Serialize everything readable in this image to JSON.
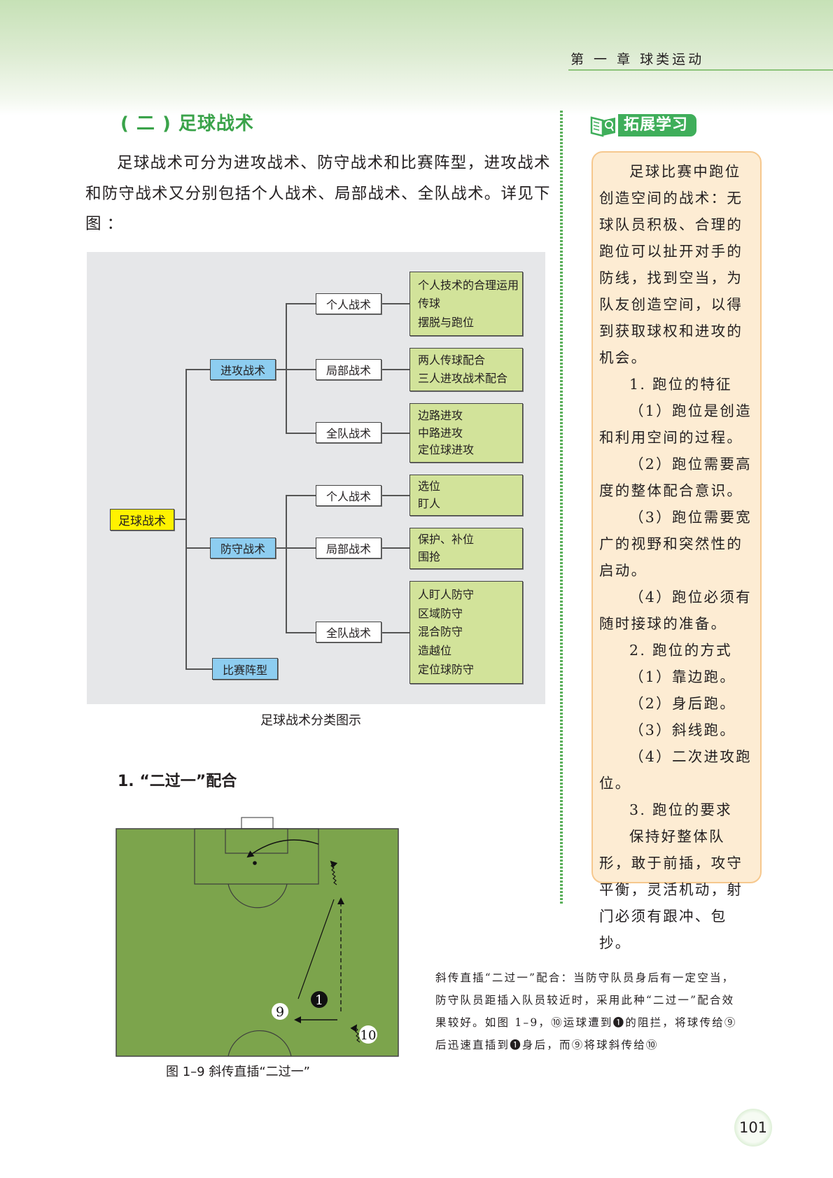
{
  "header": {
    "chapter_title": "第 一 章  球类运动"
  },
  "section": {
    "title": "( 二 ) 足球战术",
    "paragraph": "足球战术可分为进攻战术、防守战术和比赛阵型，进攻战术和防守战术又分别包括个人战术、局部战术、全队战术。详见下图 ："
  },
  "diagram": {
    "root": "足球战术",
    "attack": {
      "label": "进攻战术",
      "individual": {
        "label": "个人战术",
        "items": [
          "个人技术的合理运用",
          "传球",
          "摆脱与跑位"
        ]
      },
      "partial": {
        "label": "局部战术",
        "items": [
          "两人传球配合",
          "三人进攻战术配合"
        ]
      },
      "team": {
        "label": "全队战术",
        "items": [
          "边路进攻",
          "中路进攻",
          "定位球进攻"
        ]
      }
    },
    "defense": {
      "label": "防守战术",
      "individual": {
        "label": "个人战术",
        "items": [
          "选位",
          "盯人"
        ]
      },
      "partial": {
        "label": "局部战术",
        "items": [
          "保护、补位",
          "围抢"
        ]
      },
      "team": {
        "label": "全队战术",
        "items": [
          "人盯人防守",
          "区域防守",
          "混合防守",
          "造越位",
          "定位球防守"
        ]
      }
    },
    "formation": {
      "label": "比赛阵型"
    },
    "caption": "足球战术分类图示"
  },
  "subsection": {
    "title": "1. “二过一”配合"
  },
  "field_figure": {
    "players": {
      "attacker_9": "9",
      "attacker_10": "10",
      "defender_1": "1"
    },
    "caption": "图 1–9   斜传直插“二过一”",
    "colors": {
      "pitch": "#7ca44c",
      "lines": "#3d3d3d"
    }
  },
  "field_description": "斜传直插“二过一”配合：当防守队员身后有一定空当，防守队员距插入队员较近时，采用此种“二过一”配合效果较好。如图 1–9，⑩运球遭到❶的阻拦，将球传给⑨后迅速直插到❶身后，而⑨将球斜传给⑩",
  "sidebar": {
    "badge_label": "拓展学习",
    "paragraphs": [
      {
        "text": "足球比赛中跑位创造空间的战术：无球队员积极、合理的跑位可以扯开对手的防线，找到空当，为队友创造空间，以得到获取球权和进攻的机会。",
        "indent": true
      },
      {
        "text": "1. 跑位的特征",
        "indent": true
      },
      {
        "text": "（1）跑位是创造和利用空间的过程。",
        "indent": true
      },
      {
        "text": "（2）跑位需要高度的整体配合意识。",
        "indent": true
      },
      {
        "text": "（3）跑位需要宽广的视野和突然性的启动。",
        "indent": true
      },
      {
        "text": "（4）跑位必须有随时接球的准备。",
        "indent": true
      },
      {
        "text": "2. 跑位的方式",
        "indent": true
      },
      {
        "text": "（1）靠边跑。",
        "indent": true
      },
      {
        "text": "（2）身后跑。",
        "indent": true
      },
      {
        "text": "（3）斜线跑。",
        "indent": true
      },
      {
        "text": "（4）二次进攻跑位。",
        "indent": true
      },
      {
        "text": "3. 跑位的要求",
        "indent": true
      },
      {
        "text": "保持好整体队形，敢于前插，攻守平衡，灵活机动，射门必须有跟冲、包抄。",
        "indent": true
      }
    ],
    "colors": {
      "box_bg": "#fdecd3",
      "box_border": "#f6c88e",
      "badge": "#3fae5a"
    }
  },
  "page_number": "101",
  "colors": {
    "accent_green": "#3aa34a",
    "root_node": "#fff200",
    "level1_node": "#8dcdf0",
    "leaf_node": "#d2e39a",
    "diagram_bg": "#e6e7e9"
  }
}
